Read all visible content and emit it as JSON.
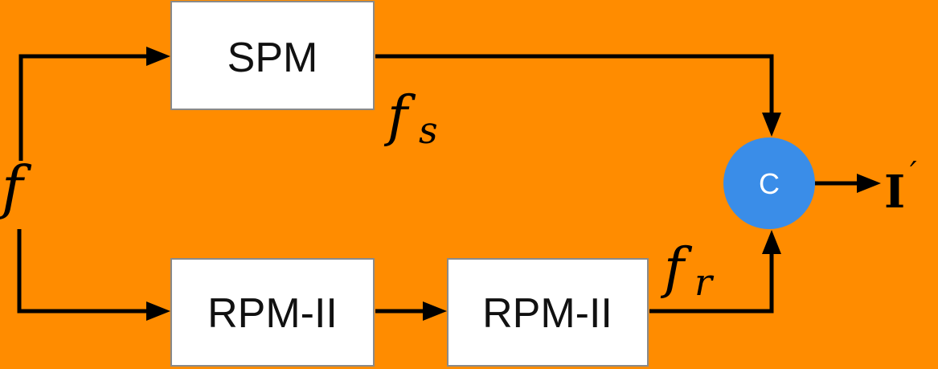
{
  "diagram": {
    "blocks": {
      "spm": "SPM",
      "rpm_first": "RPM-II",
      "rpm_second": "RPM-II"
    },
    "combine_node": {
      "label": "C",
      "color": "#3A8DE8"
    },
    "symbols": {
      "input": "f",
      "spm_feature_base": "f",
      "spm_feature_sub": "s",
      "rpm_feature_base": "f",
      "rpm_feature_sub": "r",
      "output_base": "I",
      "output_prime": "′"
    },
    "colors": {
      "background": "#FF8C00",
      "box_fill": "#FFFFFF",
      "box_border": "#8A8A8A",
      "wire": "#000000"
    }
  }
}
